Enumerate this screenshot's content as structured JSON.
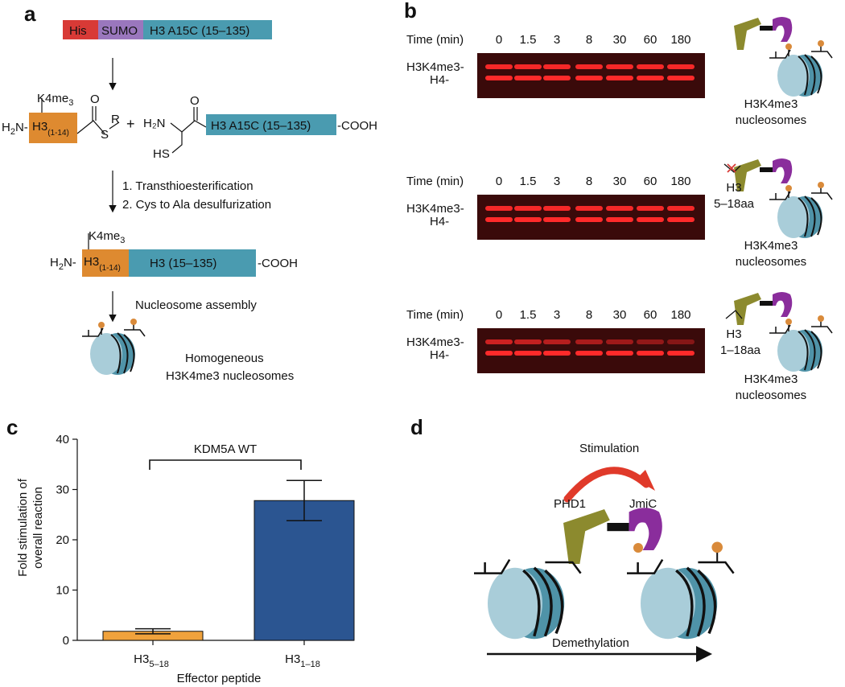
{
  "panels": {
    "a": "a",
    "b": "b",
    "c": "c",
    "d": "d"
  },
  "panel_a": {
    "construct": {
      "his": "His",
      "sumo": "SUMO",
      "h3": "H3 A15C (15–135)"
    },
    "thioester": {
      "k4": "K4me",
      "k4_sub": "3",
      "h2n_h": "H",
      "h2n_sub": "2",
      "h2n_n": "N-",
      "h3": "H3",
      "h3_sub": "(1-14)",
      "o": "O",
      "s": "S",
      "r": "R"
    },
    "plus": "+",
    "cys_peptide": {
      "h2n": "H₂N",
      "o": "O",
      "hs": "HS",
      "box": "H3 A15C (15–135)",
      "cooh": "-COOH"
    },
    "step1": "1. Transthioesterification",
    "step2": "2. Cys to Ala desulfurization",
    "product": {
      "k4": "K4me",
      "k4_sub": "3",
      "h2n_h": "H",
      "h2n_sub": "2",
      "h2n_n": "N-",
      "h3": "H3",
      "h3_sub": "(1-14)",
      "box": "H3 (15–135)",
      "cooh": "-COOH"
    },
    "assembly": "Nucleosome assembly",
    "result_line1": "Homogeneous",
    "result_line2": "H3K4me3 nucleosomes"
  },
  "panel_b": {
    "time_label": "Time (min)",
    "timepoints": [
      "0",
      "1.5",
      "3",
      "8",
      "30",
      "60",
      "180"
    ],
    "band_top": "H3K4me3-",
    "band_bottom": "H4-",
    "nuc_label1": "H3K4me3",
    "nuc_label2": "nucleosomes",
    "peptide_mid_l1": "H3",
    "peptide_mid_l2": "5–18aa",
    "peptide_bot_l1": "H3",
    "peptide_bot_l2": "1–18aa",
    "colors": {
      "gel_bg": "#3a0a0a",
      "band": "#ff2a2a"
    }
  },
  "chart_data": {
    "type": "bar",
    "categories": [
      "H3 5–18",
      "H3 1–18"
    ],
    "category_main": [
      "H3",
      "H3"
    ],
    "category_sub": [
      "5–18",
      "1–18"
    ],
    "values": [
      1.8,
      27.8
    ],
    "errors": [
      0.5,
      4.0
    ],
    "colors": [
      "#f0a23c",
      "#2b5591"
    ],
    "ylabel_line1": "Fold stimulation of",
    "ylabel_line2": "overall reaction",
    "xlabel": "Effector peptide",
    "ylim": [
      0,
      40
    ],
    "yticks": [
      "0",
      "10",
      "20",
      "30",
      "40"
    ],
    "annotation": "KDM5A WT"
  },
  "panel_d": {
    "stimulation": "Stimulation",
    "phd1": "PHD1",
    "jmjc": "JmjC",
    "demethylation": "Demethylation"
  },
  "colors": {
    "his": "#d83a36",
    "sumo": "#9a77bd",
    "h3_box": "#4a9bb0",
    "h3_n": "#de8a30",
    "phd": "#8c8a2e",
    "jmjc": "#8a2d9c",
    "mark": "#d98a3a",
    "nuc_light": "#a9cdd9",
    "nuc_dark": "#4f93a8",
    "arrow_red": "#e03a2a"
  }
}
